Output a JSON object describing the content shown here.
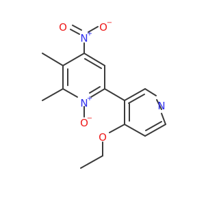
{
  "colors": {
    "bond": "#3a3a3a",
    "nitrogen": "#3030ee",
    "oxygen": "#ee1c1c",
    "background": "#ffffff"
  },
  "atoms": {
    "nitro_o_left": {
      "symbol": "O",
      "charge": ""
    },
    "nitro_o_right": {
      "symbol": "O",
      "charge": "−"
    },
    "nitro_n": {
      "symbol": "N",
      "charge": "+"
    },
    "pyridine_n_oxide_n": {
      "symbol": "N",
      "charge": "+"
    },
    "n_oxide_o": {
      "symbol": "O",
      "charge": "−"
    },
    "pyridine_n": {
      "symbol": "N",
      "charge": ""
    },
    "methoxy_o": {
      "symbol": "O",
      "charge": ""
    }
  }
}
